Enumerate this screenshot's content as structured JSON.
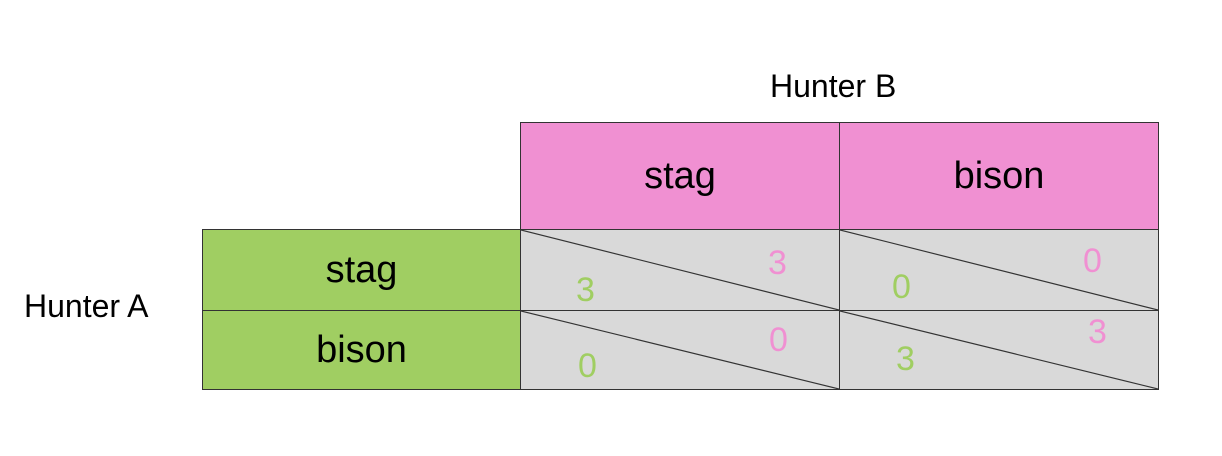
{
  "player_b": {
    "label": "Hunter B"
  },
  "player_a": {
    "label": "Hunter A"
  },
  "columns": [
    "stag",
    "bison"
  ],
  "rows": [
    "stag",
    "bison"
  ],
  "payoffs": [
    [
      {
        "a": "3",
        "b": "3"
      },
      {
        "a": "0",
        "b": "0"
      }
    ],
    [
      {
        "a": "0",
        "b": "0"
      },
      {
        "a": "3",
        "b": "3"
      }
    ]
  ],
  "colors": {
    "player_a": "#a0ce62",
    "player_b": "#f090d2",
    "cell_bg": "#d9d9d9"
  }
}
